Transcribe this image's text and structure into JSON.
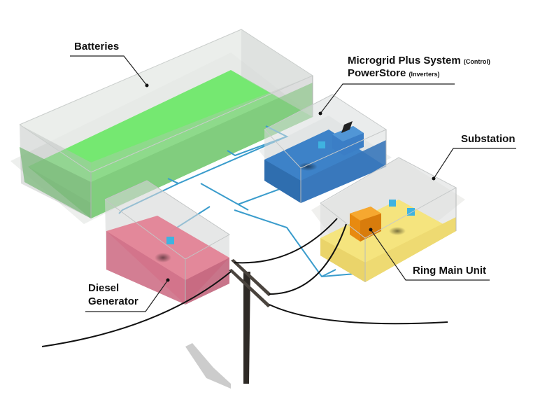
{
  "diagram": {
    "title": "Microgrid site layout",
    "components": [
      {
        "id": "batteries",
        "label": "Batteries",
        "color": "#5fe05a"
      },
      {
        "id": "control",
        "label": "Microgrid Plus System",
        "sub": "(Control)",
        "color": "#3a7cc4"
      },
      {
        "id": "inverters",
        "label": "PowerStore",
        "sub": "(Inverters)",
        "color": "#3a7cc4"
      },
      {
        "id": "substation",
        "label": "Substation",
        "color": "#f2e27a"
      },
      {
        "id": "ring-main-unit",
        "label": "Ring Main Unit",
        "color": "#f0a020"
      },
      {
        "id": "diesel",
        "label": "Diesel",
        "label2": "Generator",
        "color": "#e07a8c"
      }
    ],
    "colors": {
      "enclosure": "#cfd2d2",
      "cable": "#3a9ccc",
      "powerline": "#111111",
      "pole": "#3a3530",
      "device": "#3fb3e0"
    }
  }
}
